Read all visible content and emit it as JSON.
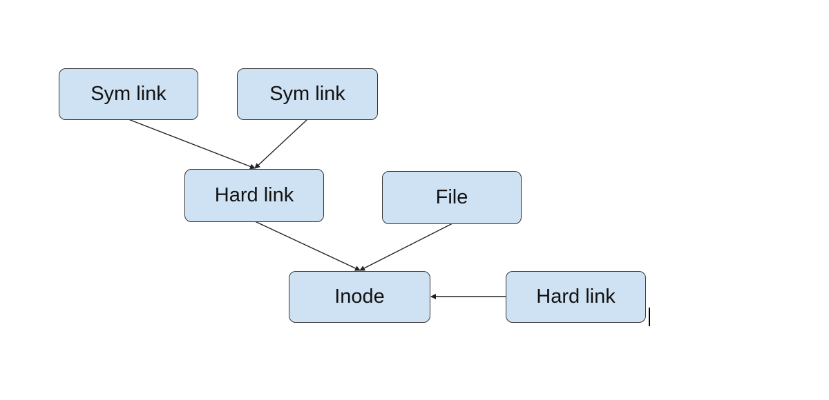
{
  "diagram": {
    "colors": {
      "node_fill": "#cfe2f3",
      "node_border": "#333333",
      "edge": "#222222"
    },
    "nodes": {
      "sym_link_1": {
        "label": "Sym link"
      },
      "sym_link_2": {
        "label": "Sym link"
      },
      "hard_link_1": {
        "label": "Hard link"
      },
      "file": {
        "label": "File"
      },
      "inode": {
        "label": "Inode"
      },
      "hard_link_2": {
        "label": "Hard link"
      }
    },
    "edges": [
      {
        "from": "sym_link_1",
        "to": "hard_link_1"
      },
      {
        "from": "sym_link_2",
        "to": "hard_link_1"
      },
      {
        "from": "hard_link_1",
        "to": "inode"
      },
      {
        "from": "file",
        "to": "inode"
      },
      {
        "from": "hard_link_2",
        "to": "inode"
      }
    ]
  }
}
